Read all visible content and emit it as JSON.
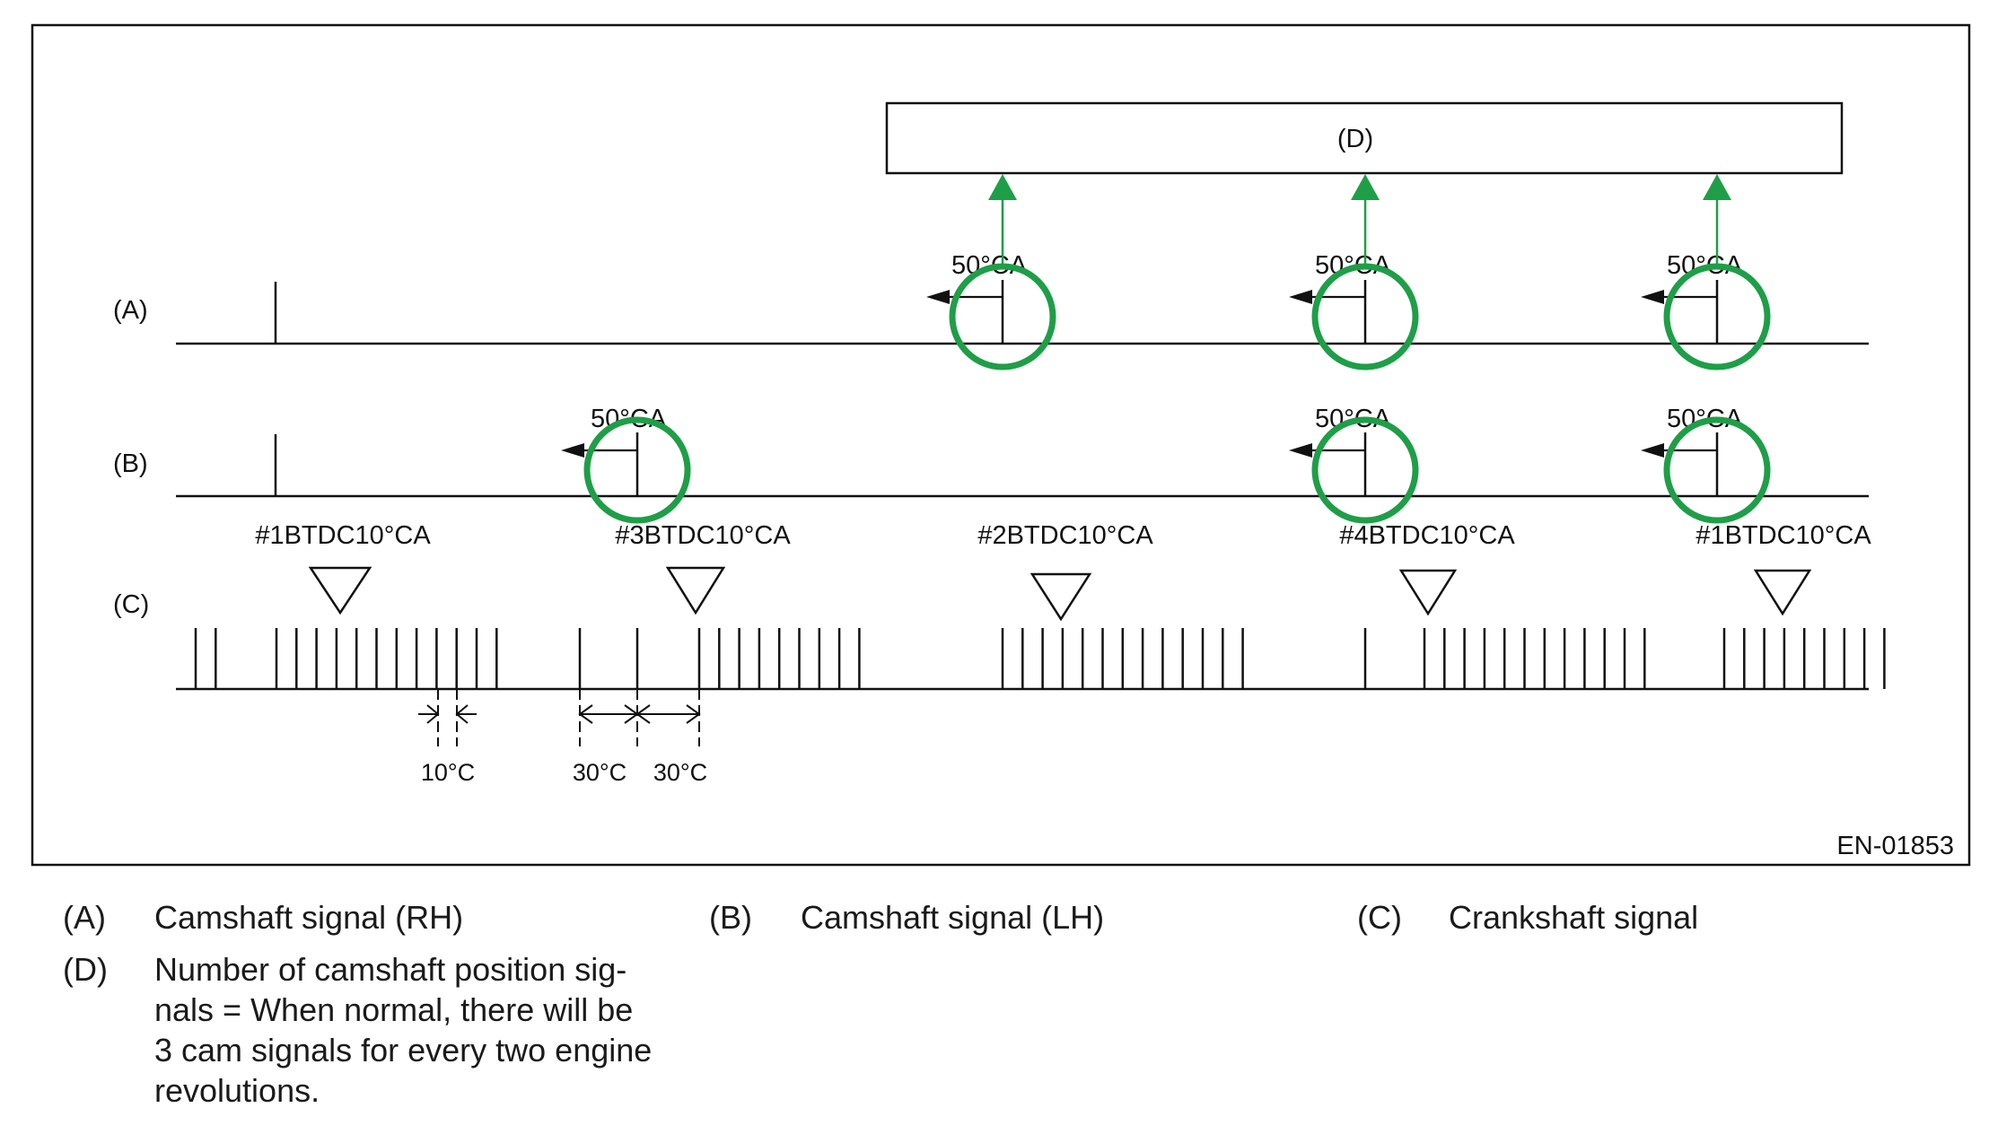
{
  "diagram": {
    "figure_id": "EN-01853",
    "box_d_label": "(D)",
    "row_labels": {
      "a": "(A)",
      "b": "(B)",
      "c": "(C)"
    },
    "angle_label": "50°CA",
    "tdc_labels": [
      "#1BTDC10°CA",
      "#3BTDC10°CA",
      "#2BTDC10°CA",
      "#4BTDC10°CA",
      "#1BTDC10°CA"
    ],
    "dimension_labels": [
      "10°C",
      "30°C",
      "30°C"
    ],
    "colors": {
      "highlight": "#1f9e48",
      "line": "#111111"
    }
  },
  "legend": [
    {
      "key": "(A)",
      "text": "Camshaft signal (RH)"
    },
    {
      "key": "(B)",
      "text": "Camshaft signal (LH)"
    },
    {
      "key": "(C)",
      "text": "Crankshaft signal"
    },
    {
      "key": "(D)",
      "text_lines": [
        "Number of camshaft position sig-",
        "nals = When normal, there will be",
        "3 cam signals for every two engine",
        "revolutions."
      ]
    }
  ]
}
